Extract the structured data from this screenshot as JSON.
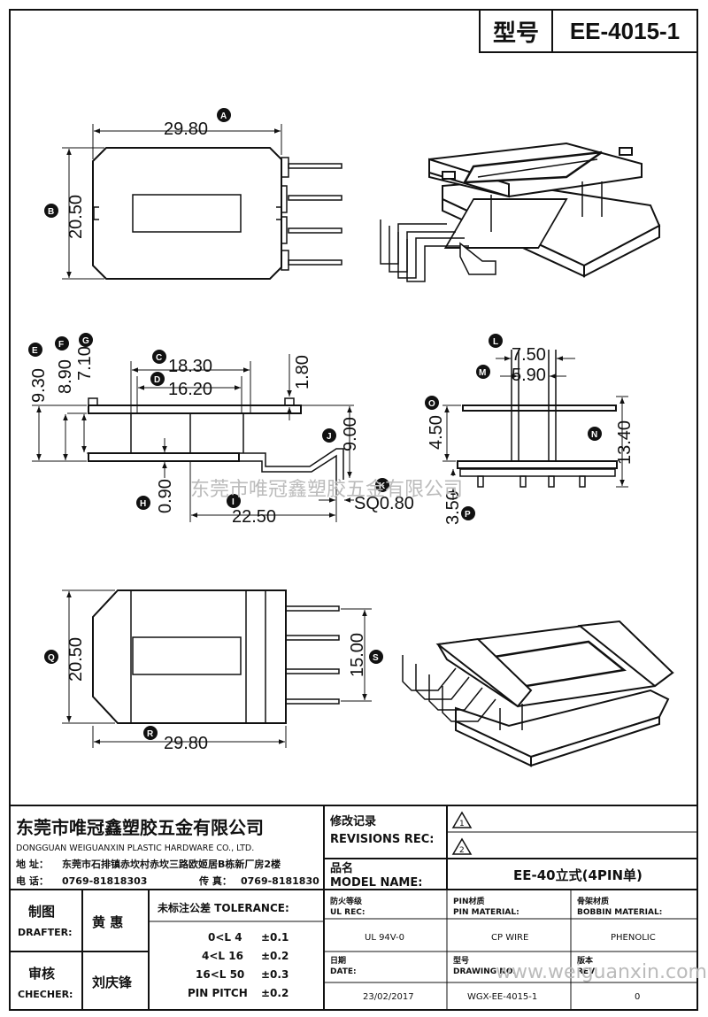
{
  "header": {
    "model_label": "型号",
    "model_value": "EE-4015-1"
  },
  "dimensions": {
    "top_width": "29.80",
    "top_height": "20.50",
    "side_e": "9.30",
    "side_f": "8.90",
    "side_g": "7.10",
    "side_c": "18.30",
    "side_d": "16.20",
    "side_j": "1.80",
    "side_i": "9.00",
    "side_h": "0.90",
    "side_l": "22.50",
    "side_k": "SQ0.80",
    "end_l": "7.50",
    "end_m": "5.90",
    "end_o": "4.50",
    "end_n": "13.40",
    "end_p": "3.50",
    "bottom_height": "20.50",
    "bottom_inner": "15.00",
    "bottom_width": "29.80"
  },
  "callouts": {
    "a": "A",
    "b": "B",
    "c": "C",
    "d": "D",
    "e": "E",
    "f": "F",
    "g": "G",
    "h": "H",
    "i": "I",
    "j": "J",
    "k": "K",
    "l": "L",
    "m": "M",
    "n": "N",
    "o": "O",
    "p": "P",
    "q": "Q",
    "r": "R",
    "s": "S"
  },
  "watermarks": {
    "middle": "东莞市唯冠鑫塑胶五金有限公司",
    "bottom": "www.weiguanxin.com"
  },
  "company": {
    "name_cn": "东莞市唯冠鑫塑胶五金有限公司",
    "name_en": "DONGGUAN WEIGUANXIN PLASTIC HARDWARE CO., LTD.",
    "address_label": "地  址：",
    "address": "东莞市石排镇赤坎村赤坎三路欧姬居B栋新厂房2楼",
    "phone_label": "电  话：",
    "phone": "0769-81818303",
    "fax_label": "传  真：",
    "fax": "0769-8181830"
  },
  "revisions": {
    "label_cn": "修改记录",
    "label_en": "REVISIONS REC:",
    "rev1": "1",
    "rev2": "2"
  },
  "model": {
    "label_cn": "品名",
    "label_en": "MODEL NAME:",
    "value": "EE-40立式(4PIN单)"
  },
  "drafter": {
    "label_cn": "制图",
    "label_en": "DRAFTER:",
    "name": "黄  惠"
  },
  "checker": {
    "label_cn": "审核",
    "label_en": "CHECHER:",
    "name": "刘庆锋"
  },
  "tolerance": {
    "label": "未标注公差 TOLERANCE:",
    "rows": [
      {
        "range": "0<L  4",
        "value": "±0.1"
      },
      {
        "range": "4<L  16",
        "value": "±0.2"
      },
      {
        "range": "16<L  50",
        "value": "±0.3"
      },
      {
        "range": "PIN PITCH",
        "value": "±0.2"
      }
    ]
  },
  "specs": {
    "ul_label_cn": "防火等级",
    "ul_label_en": "UL REC:",
    "ul_value": "UL 94V-0",
    "pin_label_cn": "PIN材质",
    "pin_label_en": "PIN MATERIAL:",
    "pin_value": "CP WIRE",
    "bobbin_label_cn": "骨架材质",
    "bobbin_label_en": "BOBBIN MATERIAL:",
    "bobbin_value": "PHENOLIC",
    "date_label_cn": "日期",
    "date_label_en": "DATE:",
    "date_value": "23/02/2017",
    "drawing_label_cn": "型号",
    "drawing_label_en": "DRAWING NO.",
    "drawing_value": "WGX-EE-4015-1",
    "rev_label_cn": "版本",
    "rev_label_en": "REV:",
    "rev_value": "0"
  }
}
